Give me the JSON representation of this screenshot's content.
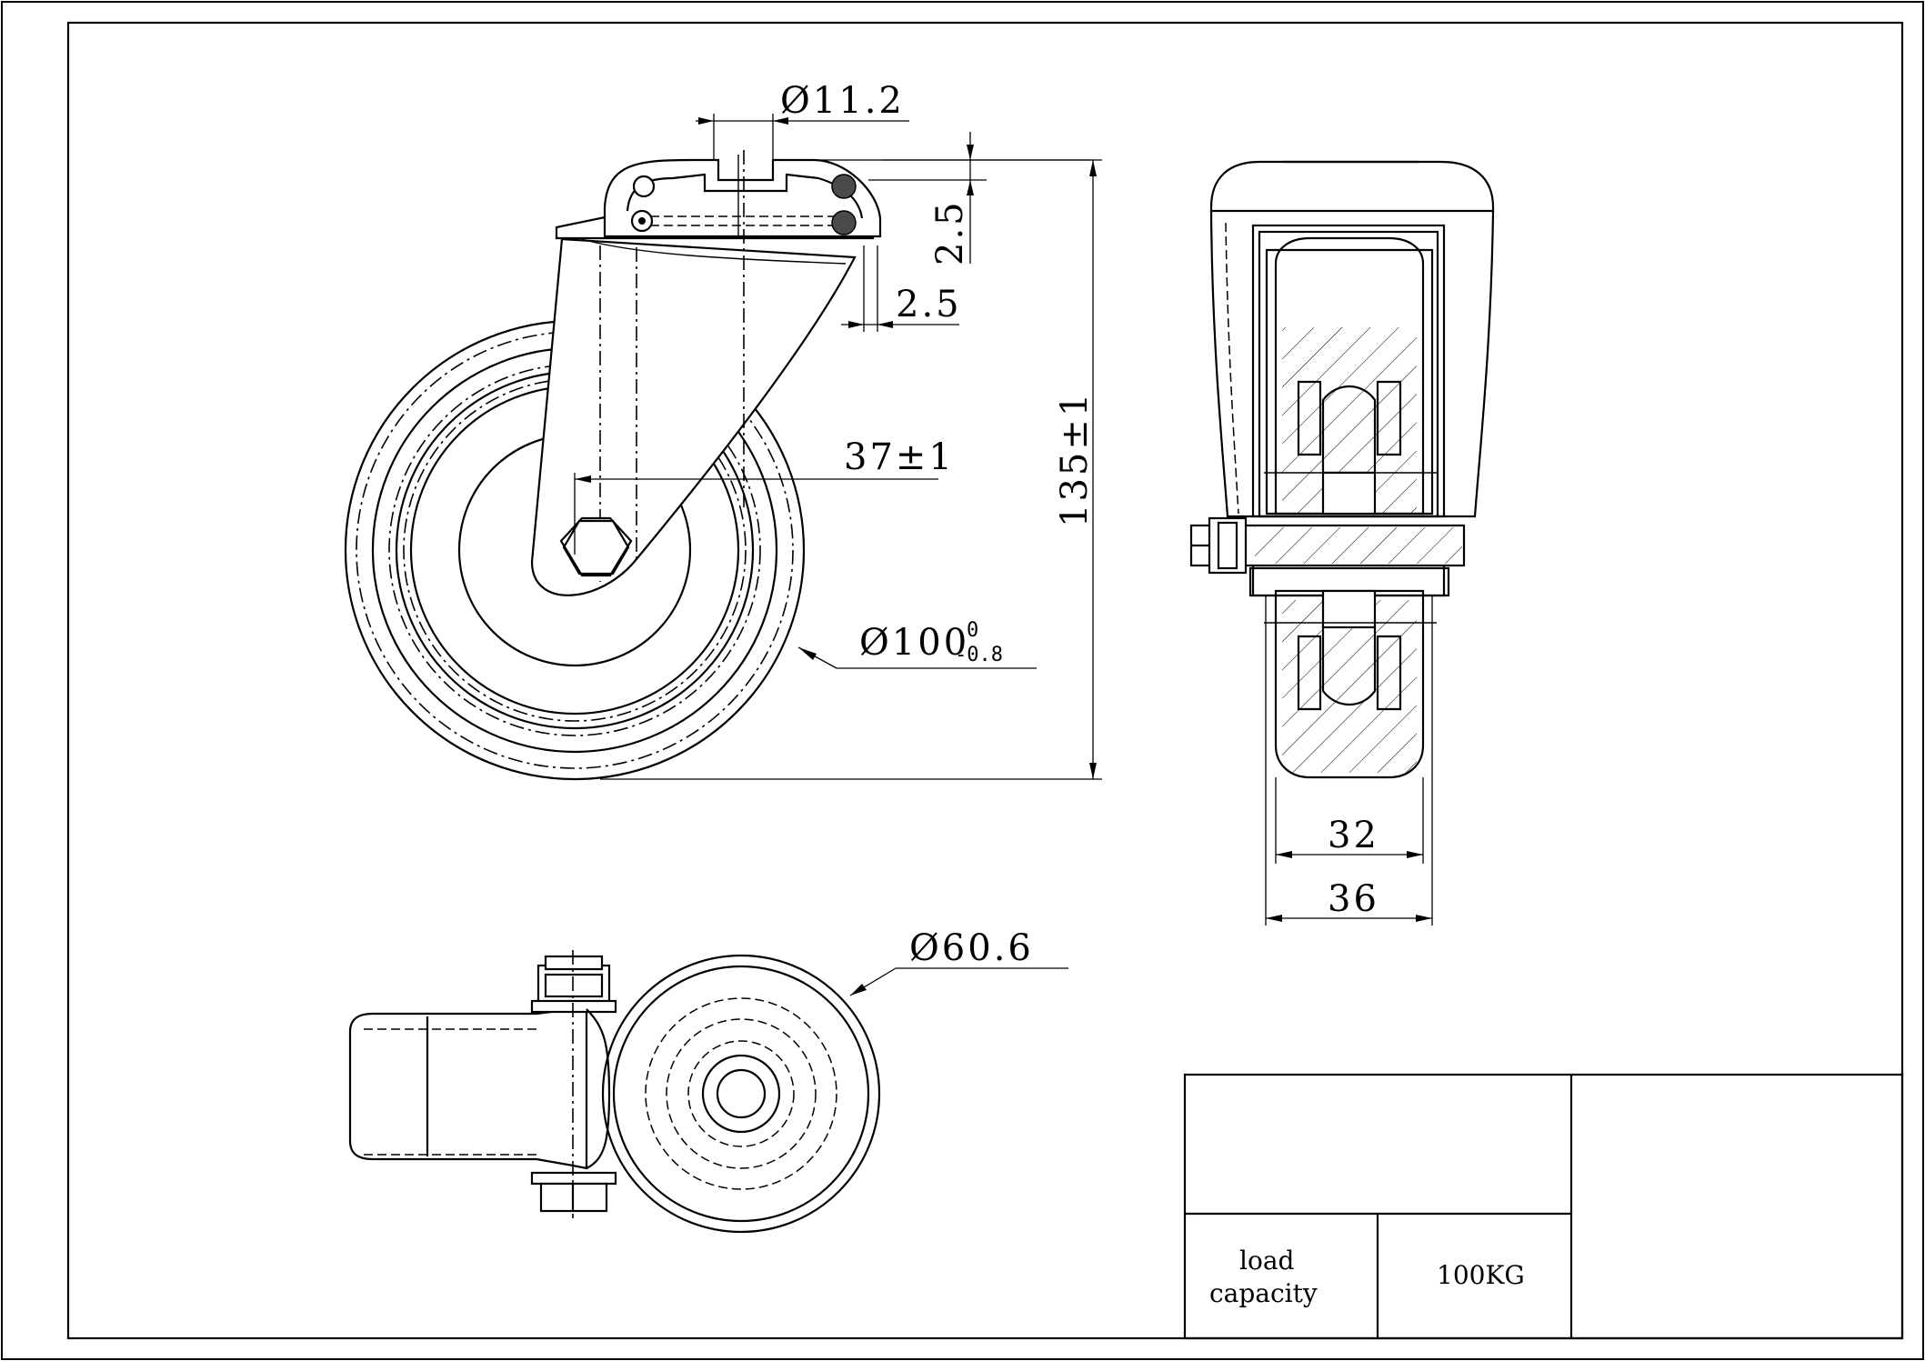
{
  "dimensions": {
    "bolt_hole": "Ø11.2",
    "plate_thickness": "2.5",
    "plate_offset": "2.5",
    "swivel_offset": "37±1",
    "total_height": "135±1",
    "wheel_diameter": "Ø100",
    "wheel_tol_upper": "0",
    "wheel_tol_lower": "-0.8",
    "tread_width": "32",
    "fork_width": "36",
    "hub_diameter": "Ø60.6"
  },
  "title_block": {
    "load_label_line1": "load",
    "load_label_line2": "capacity",
    "load_value": "100KG"
  }
}
